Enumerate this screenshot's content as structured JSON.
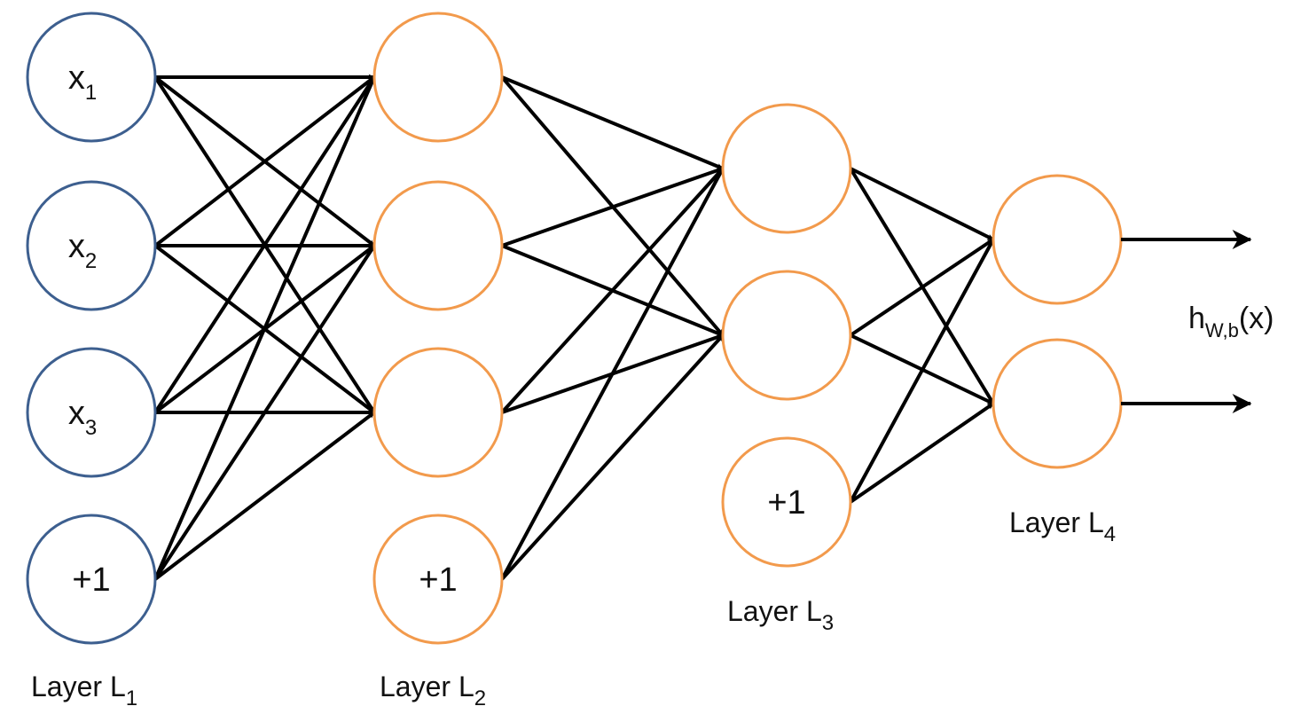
{
  "colors": {
    "input": "#3d5f8f",
    "hidden": "#f29a4c",
    "edge": "#000000",
    "text": "#111111"
  },
  "layers": [
    {
      "label": "Layer L",
      "sub": "1",
      "nodes": [
        {
          "text": "x",
          "sub": "1"
        },
        {
          "text": "x",
          "sub": "2"
        },
        {
          "text": "x",
          "sub": "3"
        },
        {
          "text": "+1",
          "sub": ""
        }
      ]
    },
    {
      "label": "Layer L",
      "sub": "2",
      "nodes": [
        {
          "text": "",
          "sub": ""
        },
        {
          "text": "",
          "sub": ""
        },
        {
          "text": "",
          "sub": ""
        },
        {
          "text": "+1",
          "sub": ""
        }
      ]
    },
    {
      "label": "Layer L",
      "sub": "3",
      "nodes": [
        {
          "text": "",
          "sub": ""
        },
        {
          "text": "",
          "sub": ""
        },
        {
          "text": "+1",
          "sub": ""
        }
      ]
    },
    {
      "label": "Layer L",
      "sub": "4",
      "nodes": [
        {
          "text": "",
          "sub": ""
        },
        {
          "text": "",
          "sub": ""
        }
      ]
    }
  ],
  "output": {
    "text_main": "h",
    "text_sub": "W,b",
    "text_arg": "(x)"
  }
}
